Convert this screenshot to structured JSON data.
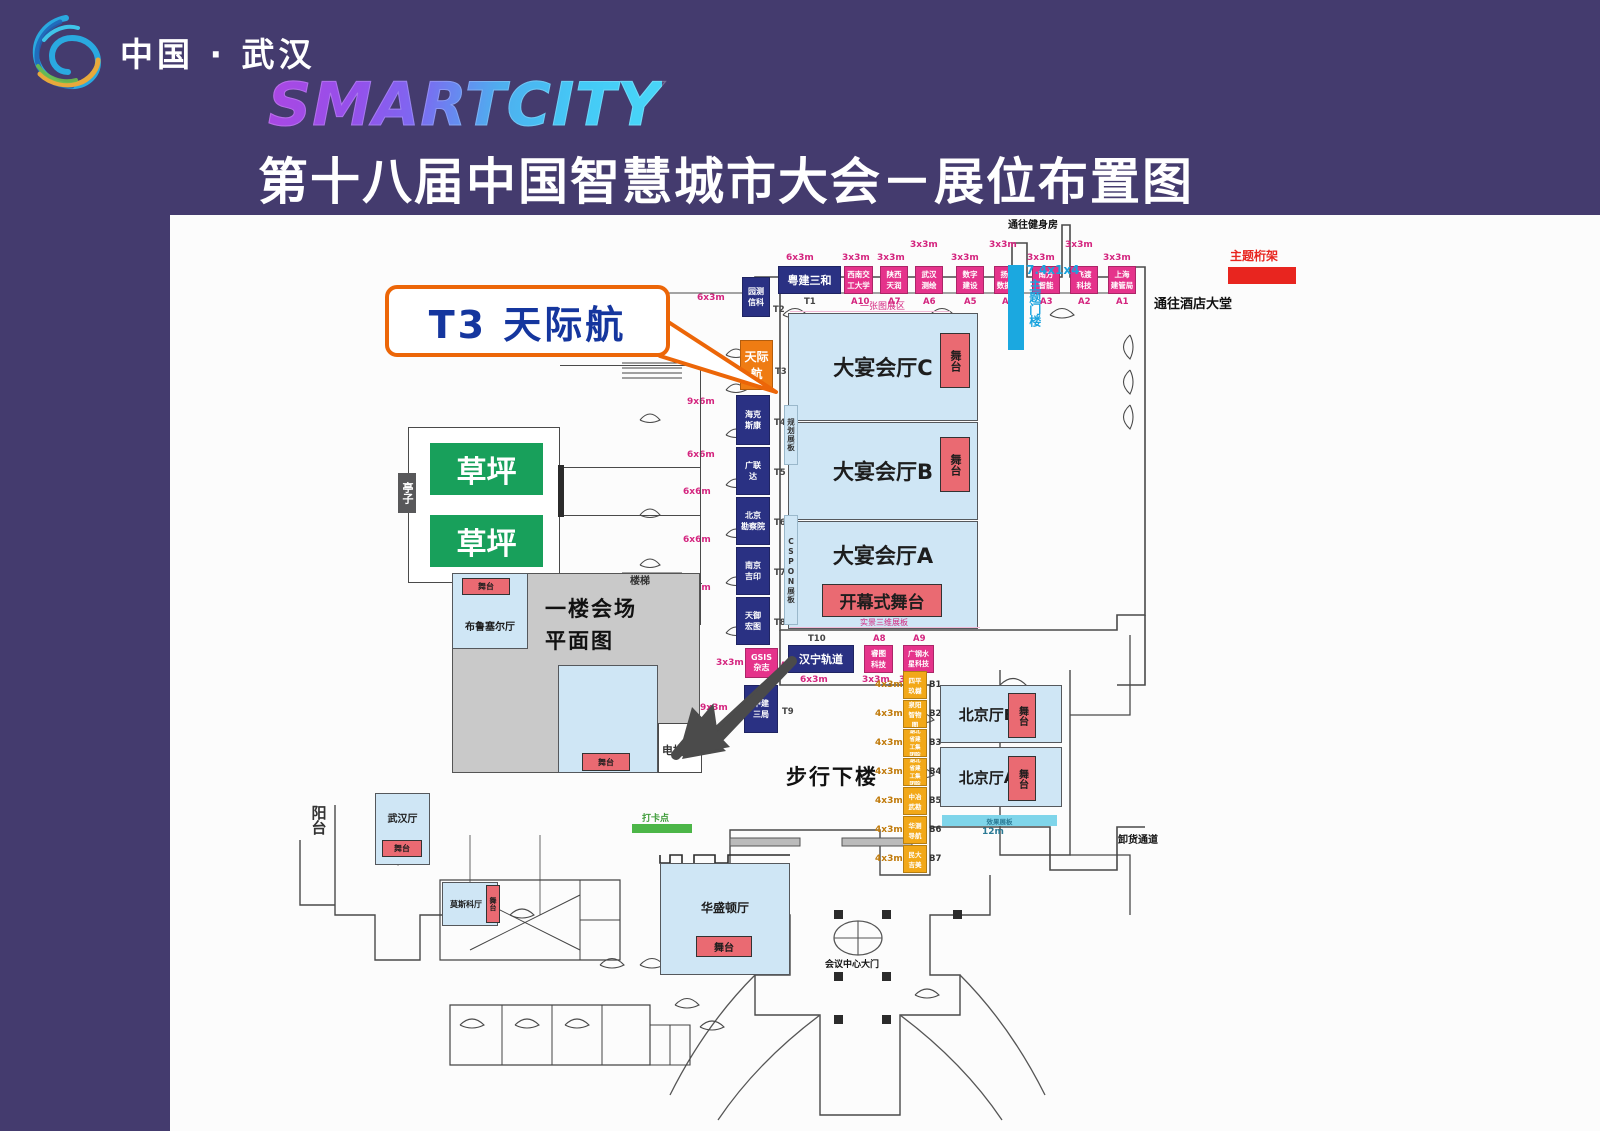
{
  "header": {
    "city": "中国 · 武汉",
    "brand": "SMARTCITY",
    "title": "第十八届中国智慧城市大会－展位布置图",
    "logo_icon": "globe-swirl-logo"
  },
  "callout": {
    "label": "T3  天际航",
    "border_color": "#ec6608",
    "text_color": "#15369e"
  },
  "map": {
    "plan_title_line1": "一楼会场",
    "plan_title_line2": "平面图",
    "top_booths": [
      {
        "id": "T1",
        "name": "粤建三和",
        "dim": "6x3m",
        "color": "navy"
      },
      {
        "id": "A10",
        "name": "西南交\n工大学",
        "dim": "3x3m",
        "color": "pink"
      },
      {
        "id": "A7",
        "name": "陕西\n天润",
        "dim": "3x3m",
        "color": "pink"
      },
      {
        "id": "A6",
        "name": "武汉\n测绘",
        "dim": "3x3m",
        "color": "pink"
      },
      {
        "id": "A5",
        "name": "数字\n建设",
        "dim": "3x3m",
        "color": "pink"
      },
      {
        "id": "A4",
        "name": "扬州\n数据局",
        "dim": "3x3m",
        "color": "pink"
      },
      {
        "id": "A3",
        "name": "南方\n智能",
        "dim": "3x3m",
        "color": "pink"
      },
      {
        "id": "A2",
        "name": "飞渡\n科技",
        "dim": "3x3m",
        "color": "pink"
      },
      {
        "id": "A1",
        "name": "上海\n建管局",
        "dim": "3x3m",
        "color": "pink"
      }
    ],
    "left_booths": [
      {
        "id": "T2",
        "name": "园测\n信科",
        "dim": "6x3m",
        "color": "navy"
      },
      {
        "id": "T3",
        "name": "天际\n航",
        "dim": "3m",
        "color": "orange",
        "highlight": true
      },
      {
        "id": "T4",
        "name": "海克\n斯康",
        "dim": "9x6m",
        "color": "navy"
      },
      {
        "id": "T5",
        "name": "广联\n达",
        "dim": "6x6m",
        "color": "navy"
      },
      {
        "id": "T6",
        "name": "北京\n勘察院",
        "dim": "6x6m",
        "color": "navy"
      },
      {
        "id": "T7",
        "name": "南京\n吉印",
        "dim": "6x6m",
        "color": "navy"
      },
      {
        "id": "T8",
        "name": "天御\n宏图",
        "dim": "6x6m",
        "color": "navy"
      },
      {
        "id": "A11",
        "name": "GSIS\n杂志",
        "dim": "3x3m",
        "color": "pink"
      },
      {
        "id": "T9",
        "name": "中建\n三局",
        "dim": "9x3m",
        "color": "navy"
      }
    ],
    "bottom_booths": [
      {
        "id": "T10",
        "name": "汉宁轨道",
        "dim": "6x3m",
        "color": "navy"
      },
      {
        "id": "A8",
        "name": "睿图\n科技",
        "dim": "3x3m",
        "color": "pink"
      },
      {
        "id": "A9",
        "name": "广钢水\n星科技",
        "dim": "3x4m",
        "color": "pink"
      }
    ],
    "right_booths": [
      {
        "id": "B1",
        "name": "四平\n玖樾",
        "dim": "4x3m",
        "color": "gold"
      },
      {
        "id": "B2",
        "name": "泉阳\n智物\n图",
        "dim": "4x3m",
        "color": "gold"
      },
      {
        "id": "B3",
        "name": "湖北\n省建\n工集\n团院",
        "dim": "4x3m",
        "color": "gold"
      },
      {
        "id": "B4",
        "name": "湖北\n省建\n工集\n团院",
        "dim": "4x3m",
        "color": "gold"
      },
      {
        "id": "B5",
        "name": "中冶\n武勘",
        "dim": "4x3m",
        "color": "gold"
      },
      {
        "id": "B6",
        "name": "华测\n导航",
        "dim": "4x3m",
        "color": "gold"
      },
      {
        "id": "B7",
        "name": "民大\n吉美",
        "dim": "4x3m",
        "color": "gold"
      }
    ],
    "banquet_halls": [
      {
        "name": "大宴会厅C",
        "stage": "舞台"
      },
      {
        "name": "大宴会厅B",
        "stage": "舞台"
      },
      {
        "name": "大宴会厅A",
        "stage": "开幕式舞台"
      }
    ],
    "beijing_halls": [
      {
        "name": "北京厅B",
        "stage": "舞台"
      },
      {
        "name": "北京厅A",
        "stage": "舞台"
      }
    ],
    "rooms": [
      {
        "name": "布鲁塞尔厅",
        "stage": "舞台"
      },
      {
        "name": "武汉厅",
        "stage": "舞台"
      },
      {
        "name": "莫斯科厅",
        "stage": "舞台"
      },
      {
        "name": "华盛顿厅",
        "stage": "舞台"
      }
    ],
    "lawns": [
      "草坪",
      "草坪"
    ],
    "labels": {
      "pavilion": "亭子",
      "stairs": "楼梯",
      "elevator": "电梯",
      "balcony": "阳台",
      "walk_down": "步行下楼",
      "gym_way": "通往健身房",
      "hotel_lobby_way": "通往酒店大堂",
      "truss": "主题桁架",
      "gate_arch": "7.4x1x4\n主题门楼",
      "gate_arch_dim": "7.4x1x4",
      "gate_arch_name": "主题门楼",
      "unload_way": "卸货通道",
      "checkin": "打卡点",
      "main_gate": "会议中心大门",
      "panel_plan": "规划展板",
      "panel_cspon": "CSPON展板",
      "top_corridor": "一张图展区",
      "bottom_corridor": "实景三维展板",
      "floor_panel": "效果展板",
      "floor_panel_dim": "12m"
    },
    "stage_label": "舞台",
    "colors": {
      "navy": "#2a3183",
      "pink": "#e5338b",
      "orange": "#ef7c13",
      "gold": "#f2a818",
      "hall_blue": "#cfe6f5",
      "stage_red": "#ea6a72",
      "lawn_green": "#18a05b",
      "cyan": "#1ba8e0",
      "truss_red": "#e8251f",
      "checkin_green": "#4cb648",
      "bg_purple": "#443b6e"
    }
  }
}
